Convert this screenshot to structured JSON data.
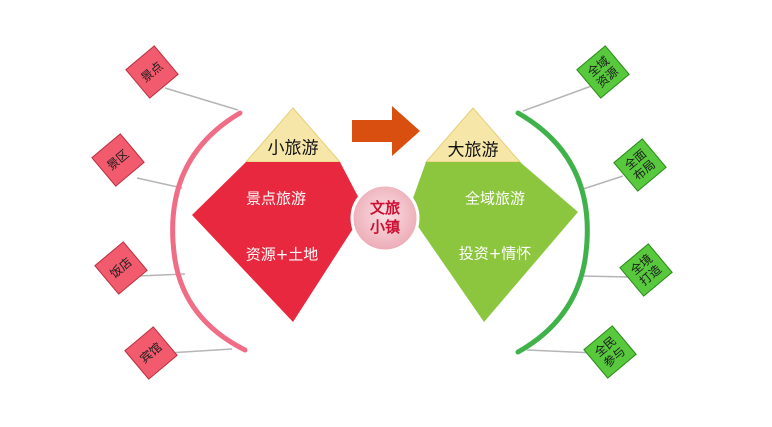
{
  "left": {
    "header": "小旅游",
    "line1": "景点旅游",
    "line2": "资源+土地",
    "items": [
      "景点",
      "景区",
      "饭店",
      "宾馆"
    ],
    "colors": {
      "diamond": "#e8283f",
      "box": "#f25b6e",
      "arc": "#f06d86"
    }
  },
  "right": {
    "header": "大旅游",
    "line1": "全域旅游",
    "line2": "投资+情怀",
    "items": [
      "全域资源",
      "全面布局",
      "全境打造",
      "全民参与"
    ],
    "colors": {
      "diamond": "#8cc63f",
      "box": "#58c93c",
      "arc": "#3fb24a"
    }
  },
  "center": {
    "label": "文旅小镇",
    "color": "#cc1133"
  },
  "triangle_color": "#f6e7a8",
  "arrow_color": "#d94f0f"
}
